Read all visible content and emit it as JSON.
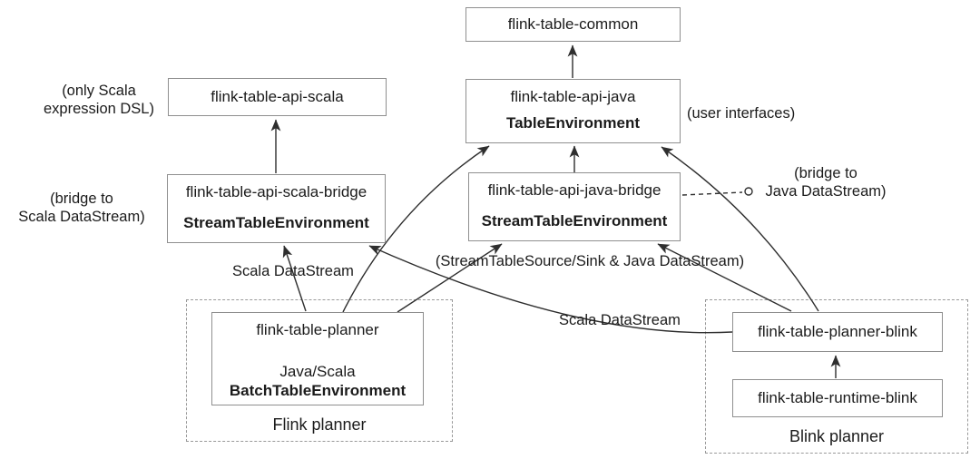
{
  "nodes": {
    "common": {
      "title": "flink-table-common"
    },
    "api_scala": {
      "title": "flink-table-api-scala"
    },
    "api_java": {
      "title": "flink-table-api-java",
      "subtitle": "TableEnvironment"
    },
    "scala_bridge": {
      "title": "flink-table-api-scala-bridge",
      "subtitle": "StreamTableEnvironment"
    },
    "java_bridge": {
      "title": "flink-table-api-java-bridge",
      "subtitle": "StreamTableEnvironment"
    },
    "planner": {
      "title": "flink-table-planner",
      "line2": "Java/Scala",
      "subtitle": "BatchTableEnvironment"
    },
    "planner_blink": {
      "title": "flink-table-planner-blink"
    },
    "runtime_blink": {
      "title": "flink-table-runtime-blink"
    }
  },
  "groups": {
    "flink": {
      "label": "Flink planner"
    },
    "blink": {
      "label": "Blink planner"
    }
  },
  "annotations": {
    "only_scala": {
      "line1": "(only Scala",
      "line2": "expression DSL)"
    },
    "bridge_scala": {
      "line1": "(bridge to",
      "line2": "Scala DataStream)"
    },
    "user_interfaces": {
      "line1": "(user interfaces)"
    },
    "bridge_java": {
      "line1": "(bridge to",
      "line2": "Java DataStream)"
    }
  },
  "edges": [
    {
      "from": "flink-table-api-java",
      "to": "flink-table-common",
      "style": "arrow"
    },
    {
      "from": "flink-table-api-scala-bridge",
      "to": "flink-table-api-scala",
      "style": "arrow"
    },
    {
      "from": "flink-table-api-java-bridge",
      "to": "flink-table-api-java",
      "style": "arrow"
    },
    {
      "from": "flink-table-planner",
      "to": "flink-table-api-scala-bridge",
      "style": "arrow",
      "label": "Scala DataStream"
    },
    {
      "from": "flink-table-planner",
      "to": "flink-table-api-java",
      "style": "arrow"
    },
    {
      "from": "flink-table-planner",
      "to": "flink-table-api-java-bridge",
      "style": "arrow",
      "label": "(StreamTableSource/Sink & Java DataStream)"
    },
    {
      "from": "flink-table-planner-blink",
      "to": "flink-table-api-java-bridge",
      "style": "arrow"
    },
    {
      "from": "flink-table-planner-blink",
      "to": "flink-table-api-java",
      "style": "arrow"
    },
    {
      "from": "flink-table-planner-blink",
      "to": "flink-table-api-scala-bridge",
      "style": "arrow",
      "label": "Scala DataStream"
    },
    {
      "from": "flink-table-runtime-blink",
      "to": "flink-table-planner-blink",
      "style": "arrow"
    },
    {
      "from": "flink-table-api-java-bridge",
      "to": "(bridge to Java DataStream)",
      "style": "dashed-circle"
    }
  ],
  "colors": {
    "background": "#ffffff",
    "node_border": "#8f8f8f",
    "group_border": "#999999",
    "line": "#2e2e2e",
    "text": "#1b1b1b"
  }
}
